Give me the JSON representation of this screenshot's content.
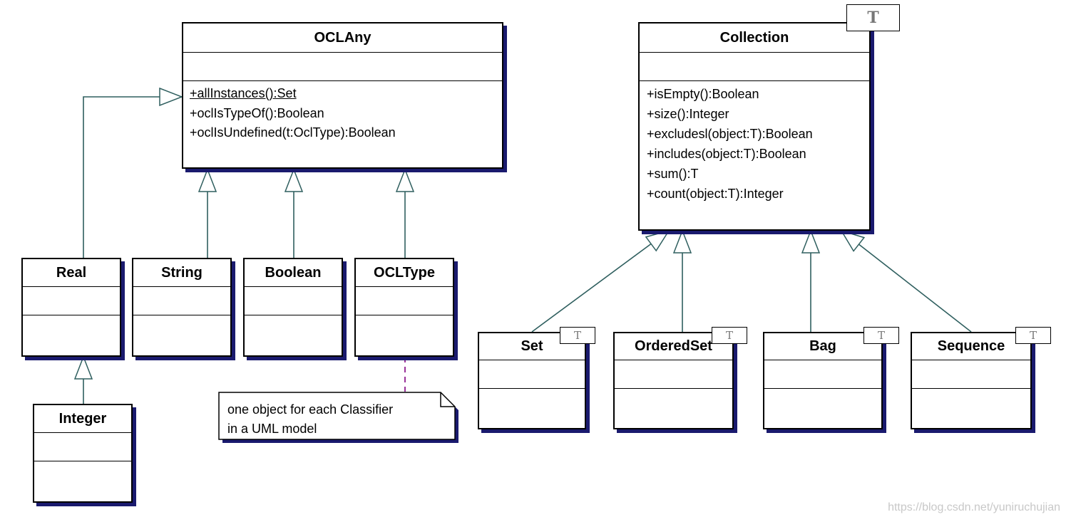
{
  "classes": {
    "oclany": {
      "name": "OCLAny",
      "operations": [
        "+allInstances():Set",
        "+oclIsTypeOf():Boolean",
        "+oclIsUndefined(t:OclType):Boolean"
      ]
    },
    "collection": {
      "name": "Collection",
      "template_param": "T",
      "operations": [
        "+isEmpty():Boolean",
        "+size():Integer",
        "+excludesl(object:T):Boolean",
        "+includes(object:T):Boolean",
        "+sum():T",
        "+count(object:T):Integer"
      ]
    },
    "real": {
      "name": "Real"
    },
    "string": {
      "name": "String"
    },
    "boolean": {
      "name": "Boolean"
    },
    "ocltype": {
      "name": "OCLType"
    },
    "integer": {
      "name": "Integer"
    },
    "set": {
      "name": "Set",
      "template_param": "T"
    },
    "orderedset": {
      "name": "OrderedSet",
      "template_param": "T"
    },
    "bag": {
      "name": "Bag",
      "template_param": "T"
    },
    "sequence": {
      "name": "Sequence",
      "template_param": "T"
    }
  },
  "note": {
    "lines": [
      "one object for each Classifier",
      "in a UML model"
    ]
  },
  "watermark": "https://blog.csdn.net/yuniruchujian",
  "colors": {
    "generalization": "#2f5f5f",
    "shadow": "#1a1a6e",
    "note_link": "#800080",
    "template_text": "#777777"
  }
}
